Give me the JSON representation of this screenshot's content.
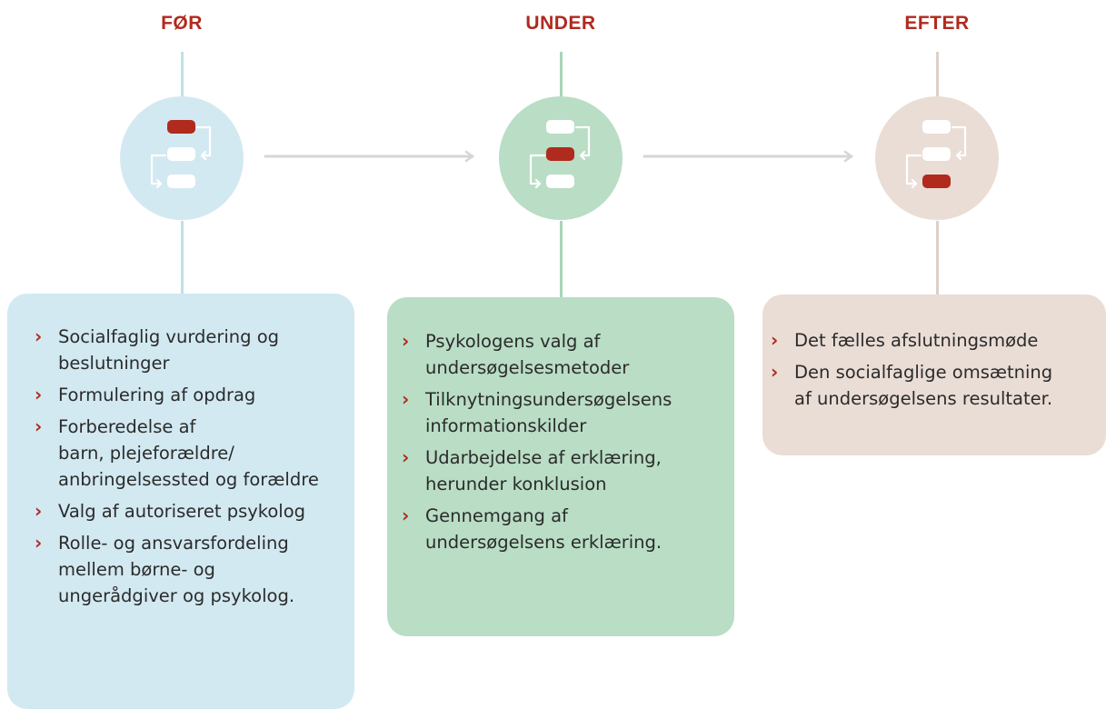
{
  "colors": {
    "accent": "#b02a1e",
    "for_fill": "#d2e9f1",
    "for_line": "#bfe0ea",
    "under_fill": "#b9ddc5",
    "under_line": "#a8d5b7",
    "efter_fill": "#eaddd6",
    "efter_line": "#ddd0c8",
    "connector": "#d6d6d6"
  },
  "icons": {
    "process_icon": "process-steps-icon",
    "bullet": "chevron-right-icon",
    "connector": "arrow-right-icon"
  },
  "phases": [
    {
      "title": "FØR",
      "active_step": 1,
      "items": [
        "Socialfaglig vurdering og\nbeslutninger",
        "Formulering af opdrag",
        "Forberedelse af\nbarn, plejeforældre/\nanbringelsessted og forældre",
        "Valg af autoriseret psykolog",
        "Rolle- og ansvarsfordeling\nmellem børne- og\nungerådgiver og psykolog."
      ]
    },
    {
      "title": "UNDER",
      "active_step": 2,
      "items": [
        "Psykologens valg af\nundersøgelsesmetoder",
        "Tilknytningsundersøgelsens\ninformationskilder",
        "Udarbejdelse af erklæring,\nherunder konklusion",
        "Gennemgang af\nundersøgelsens erklæring."
      ]
    },
    {
      "title": "EFTER",
      "active_step": 3,
      "items": [
        "Det fælles afslutningsmøde",
        "Den socialfaglige omsætning\naf undersøgelsens resultater."
      ]
    }
  ],
  "bullet_glyph": "›"
}
